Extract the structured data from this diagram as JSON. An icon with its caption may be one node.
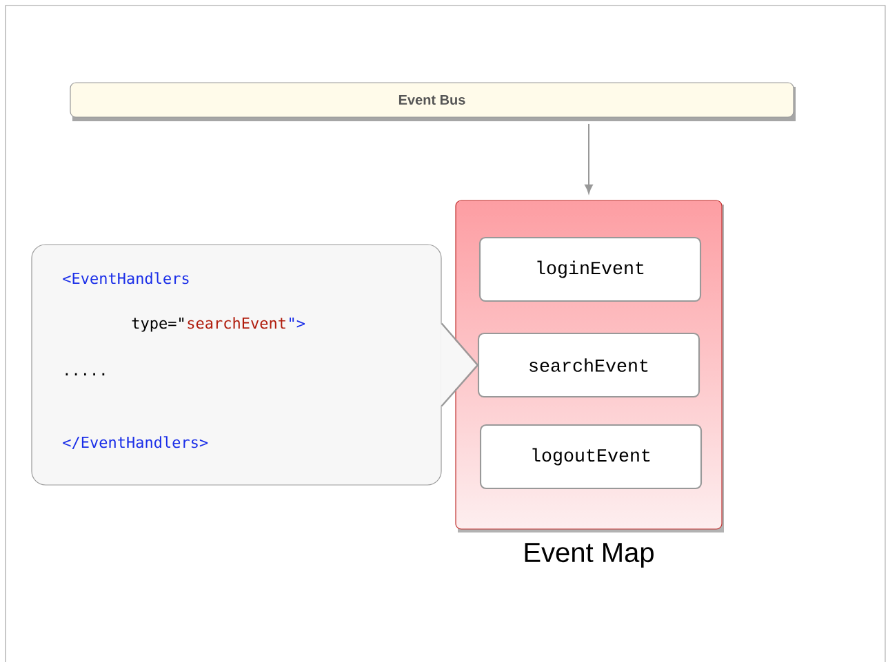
{
  "diagram": {
    "nodes": [
      {
        "text": [
          "Event Bus"
        ]
      },
      {
        "text": [
          "Event Map"
        ]
      },
      {
        "text": [
          "loginEvent"
        ],
        "in": 1
      },
      {
        "text": [
          "searchEvent"
        ],
        "in": 1
      },
      {
        "text": [
          "logoutEvent"
        ],
        "in": 1
      },
      {
        "text": [
          "<EventHandlers",
          "type=\"",
          "searchEvent",
          "\">",
          ".....",
          "</EventHandlers>"
        ]
      }
    ],
    "edges": [
      {
        "from": 0,
        "to": 1,
        "arrow": "to"
      }
    ]
  }
}
